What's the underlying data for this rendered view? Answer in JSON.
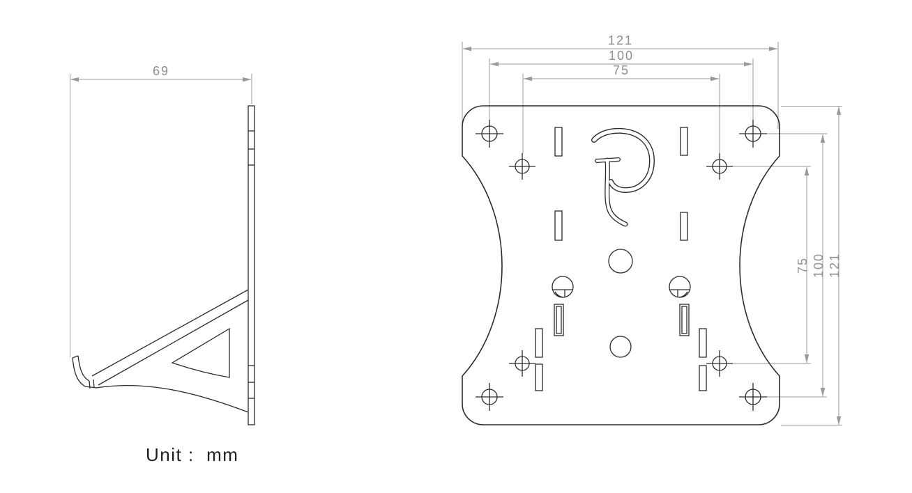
{
  "unit_note": "Unit :  mm",
  "side_view": {
    "dim_width": "69"
  },
  "front_view": {
    "logo_letter": "P",
    "top_dims": [
      {
        "label": "121"
      },
      {
        "label": "100"
      },
      {
        "label": "75"
      }
    ],
    "right_dims": [
      {
        "label": "75"
      },
      {
        "label": "100"
      },
      {
        "label": "121"
      }
    ]
  },
  "colors": {
    "line": "#2b2b2b",
    "dim_line": "#9a9a9a",
    "dim_text": "#8e8e8e",
    "unit_text": "#1f1f1f",
    "background": "#ffffff"
  }
}
